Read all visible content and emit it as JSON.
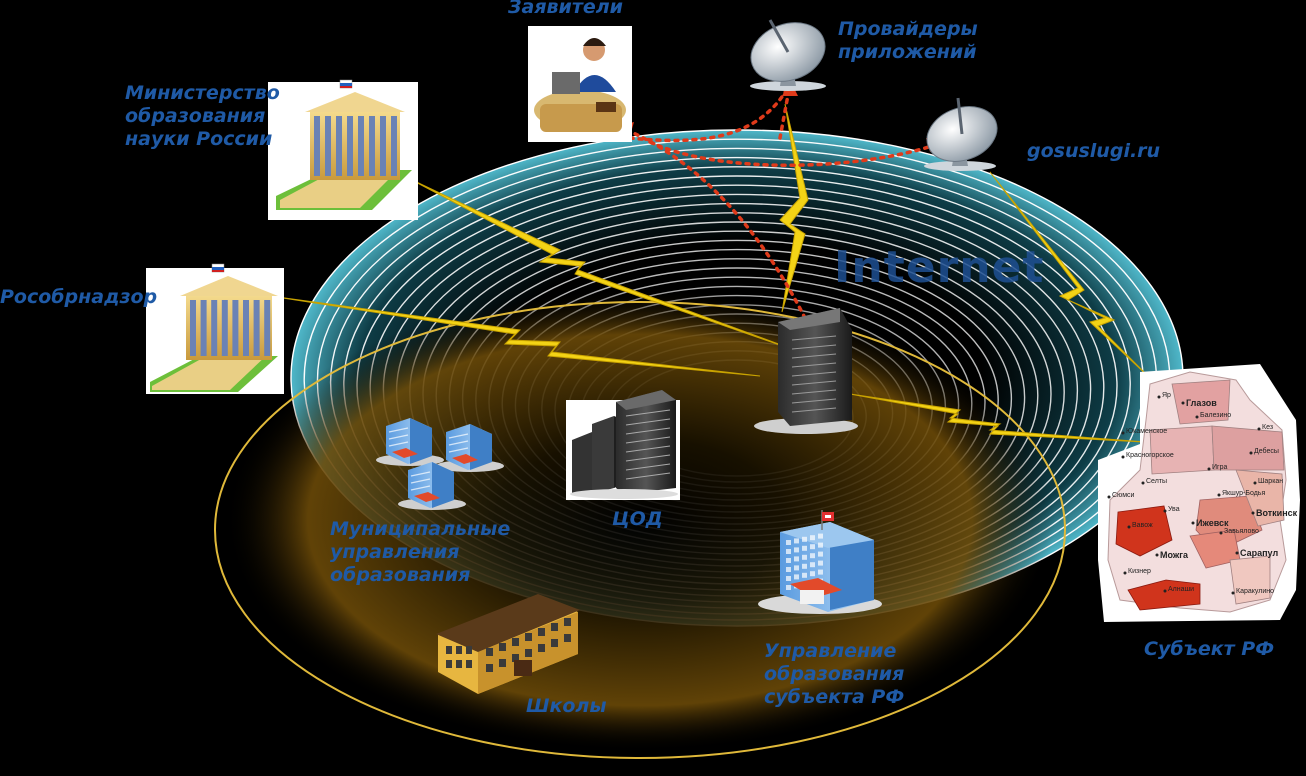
{
  "labels": {
    "applicants": "Заявители",
    "providers": "Провайдеры\nприложений",
    "ministry": "Министерство\nобразования\nнауки России",
    "gosuslugi": "gosuslugi.ru",
    "rosobrnadzor": "Рособрнадзор",
    "internet": "Internet",
    "municipal": "Муниципальные\nуправления\nобразования",
    "cod": "ЦОД",
    "region_admin": "Управление\nобразования\nсубъекта РФ",
    "schools": "Школы",
    "subject": "Субъект РФ"
  },
  "map": {
    "districts": [
      "Яр",
      "Глазов",
      "Балезино",
      "Кез",
      "Юкаменское",
      "Дебесы",
      "Красногорское",
      "Игра",
      "Шаркан",
      "Селты",
      "Якшур-Бодья",
      "Сюмси",
      "Ува",
      "Воткинск",
      "Ижевск",
      "Завьялово",
      "Вавож",
      "Можга",
      "Сарапул",
      "Кизнер",
      "Алнаши",
      "Каракулино"
    ]
  },
  "colors": {
    "background": "#000000",
    "label": "#1f5aa6",
    "internet_ring": "#3fb6c8",
    "local_ring": "#e0b93a",
    "link": "#f3d316",
    "route": "#e03a1a"
  }
}
